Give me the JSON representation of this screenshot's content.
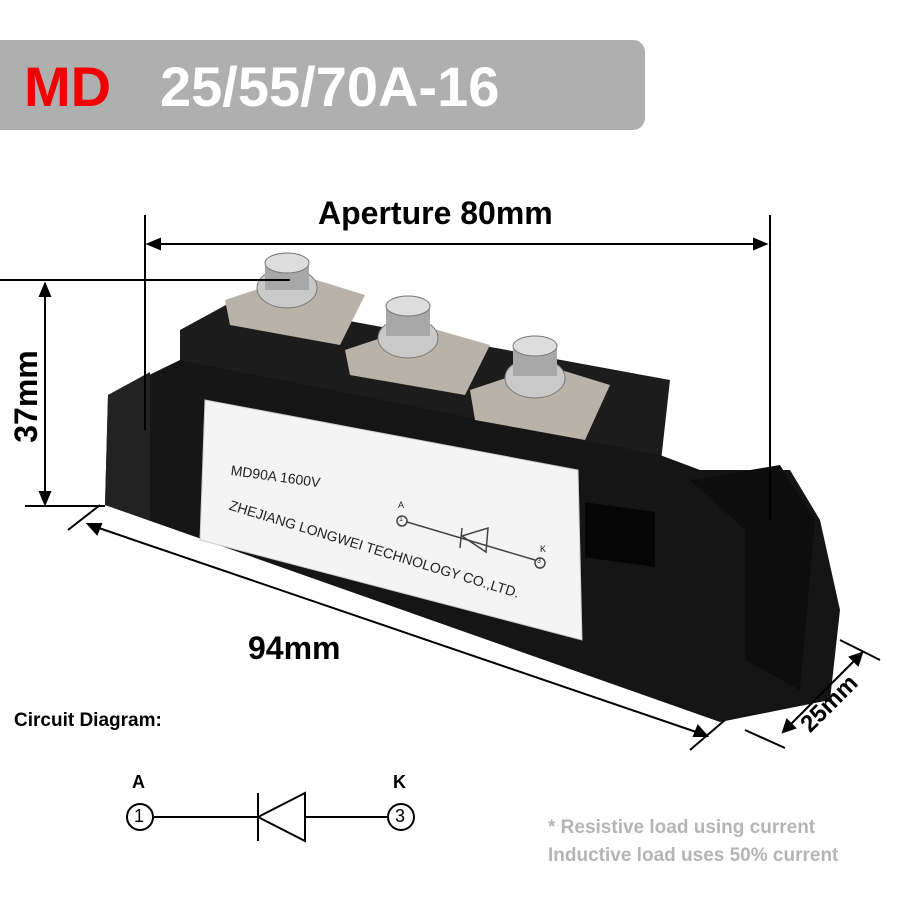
{
  "title": {
    "prefix": "MD",
    "model": "25/55/70A-16"
  },
  "dimensions": {
    "aperture": "Aperture 80mm",
    "height": "37mm",
    "length": "94mm",
    "depth": "25mm"
  },
  "label": {
    "model": "MD90A 1600V",
    "maker": "ZHEJIANG LONGWEI TECHNOLOGY CO.,LTD.",
    "anode_pin": "A",
    "anode_num": "1",
    "cathode_pin": "K",
    "cathode_num": "3"
  },
  "circuit": {
    "heading": "Circuit Diagram:",
    "anode": "A",
    "anode_num": "1",
    "cathode": "K",
    "cathode_num": "3"
  },
  "notes": [
    "* Resistive load using current",
    "Inductive load uses 50% current"
  ],
  "colors": {
    "accent": "#f00000",
    "banner": "#afafaf",
    "note": "#b5b5b5"
  }
}
